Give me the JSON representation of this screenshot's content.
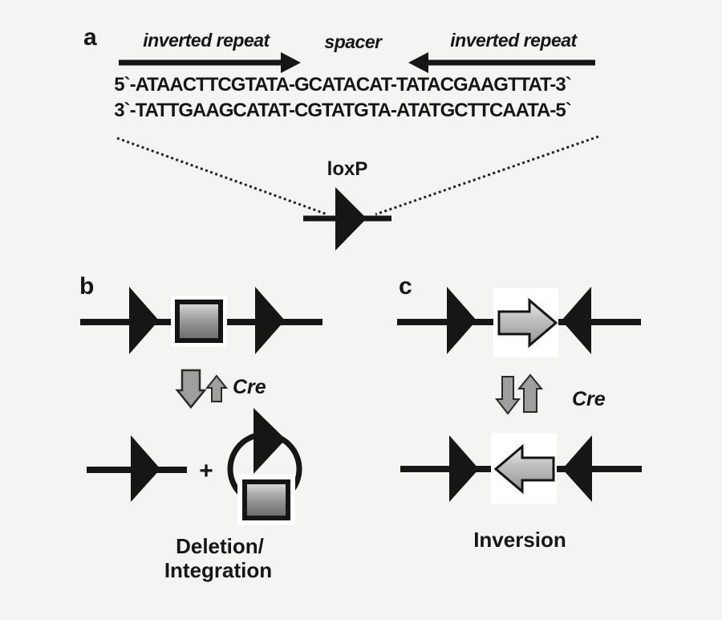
{
  "panel_a": {
    "label": "a",
    "repeat_left_label": "inverted repeat",
    "spacer_label": "spacer",
    "repeat_right_label": "inverted repeat",
    "sequence_top": "5`-ATAACTTCGTATA-GCATACAT-TATACGAAGTTAT-3`",
    "sequence_bottom": "3`-TATTGAAGCATAT-CGTATGTA-ATATGCTTCAATA-5`",
    "site_label": "loxP"
  },
  "panel_b": {
    "label": "b",
    "enzyme_label": "Cre",
    "plus": "+",
    "caption_line1": "Deletion/",
    "caption_line2": "Integration"
  },
  "panel_c": {
    "label": "c",
    "enzyme_label": "Cre",
    "caption": "Inversion"
  },
  "colors": {
    "background": "#f4f4f2",
    "ink": "#161616",
    "cre_arrow_fill": "#9f9f9f",
    "gene_box_fill": "#8f8f8f",
    "block_arrow_fill": "#b8b8b8",
    "box_backdrop": "#ffffff"
  }
}
